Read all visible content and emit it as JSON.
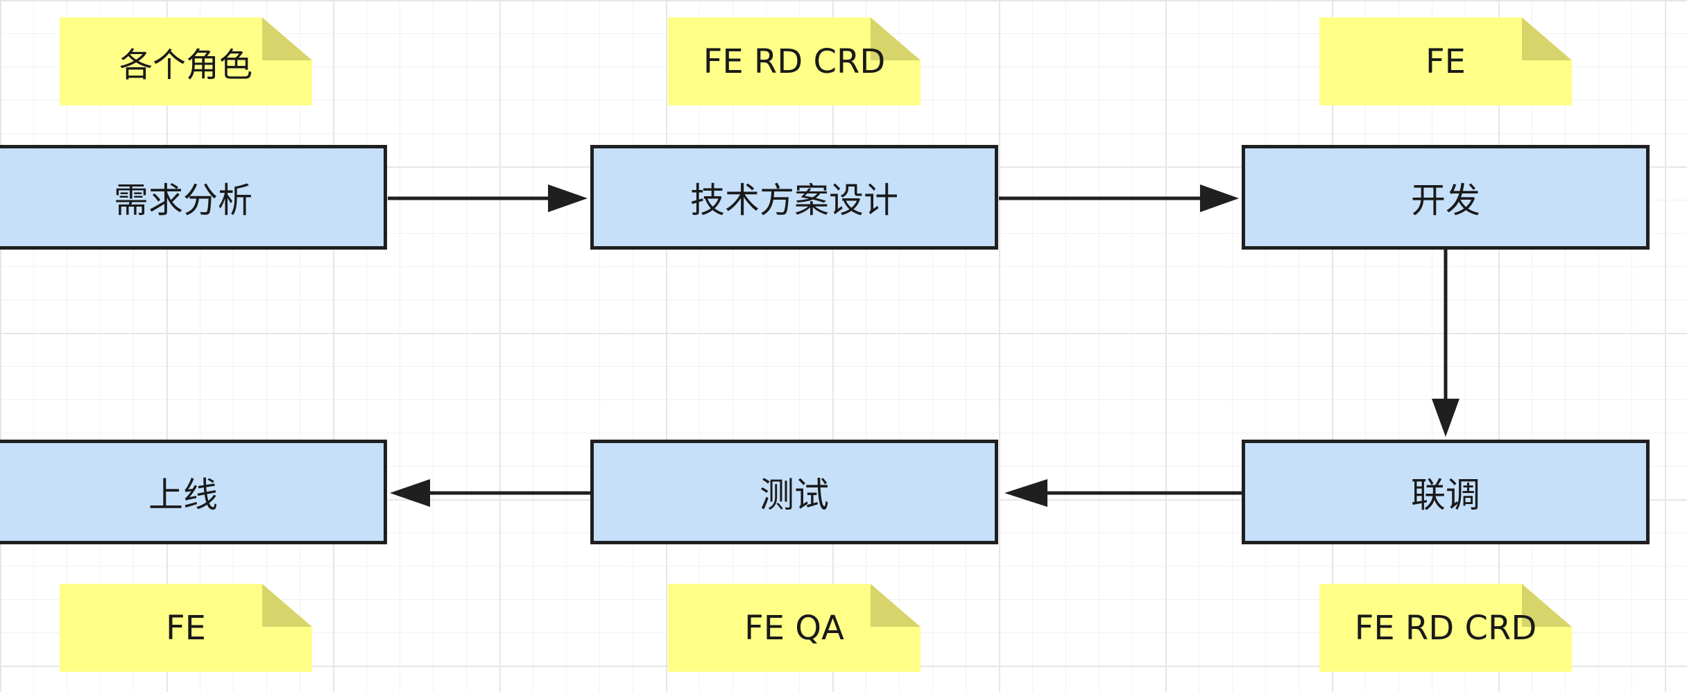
{
  "notes": {
    "top_left": "各个角色",
    "top_middle": "FE RD CRD",
    "top_right": "FE",
    "bottom_left": "FE",
    "bottom_middle": "FE QA",
    "bottom_right": "FE RD CRD"
  },
  "steps": {
    "requirements_analysis": "需求分析",
    "technical_design": "技术方案设计",
    "development": "开发",
    "integration": "联调",
    "testing": "测试",
    "release": "上线"
  },
  "colors": {
    "step_fill": "#c6e0fa",
    "step_border": "#1f1f1f",
    "note_fill": "#ffff88",
    "note_fold": "#d6d46a",
    "arrow": "#1f1f1f"
  }
}
